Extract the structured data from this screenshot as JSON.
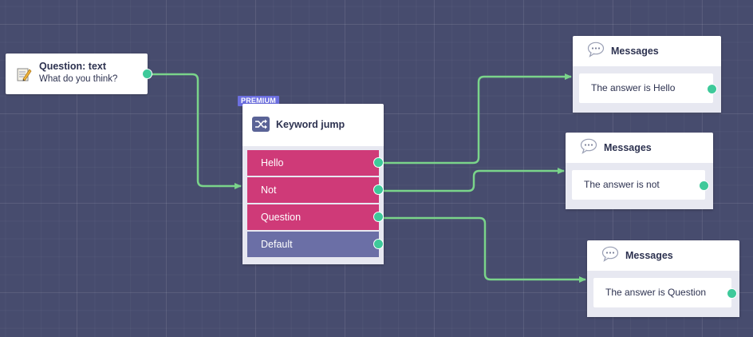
{
  "colors": {
    "background": "#474c6e",
    "link": "#7ad48a",
    "connector": "#3ec99a",
    "keyword_item": "#cf3a78",
    "default_item": "#6b6fa6",
    "premium_badge": "#6c6fe0"
  },
  "question_node": {
    "icon": "memo-pencil-icon",
    "title": "Question: text",
    "subtitle": "What do you think?"
  },
  "keyword_node": {
    "badge": "PREMIUM",
    "icon": "shuffle-icon",
    "title": "Keyword jump",
    "items": [
      {
        "label": "Hello",
        "type": "keyword"
      },
      {
        "label": "Not",
        "type": "keyword"
      },
      {
        "label": "Question",
        "type": "keyword"
      },
      {
        "label": "Default",
        "type": "default"
      }
    ]
  },
  "message_nodes": [
    {
      "icon": "speech-bubble-icon",
      "title": "Messages",
      "text": "The answer is Hello"
    },
    {
      "icon": "speech-bubble-icon",
      "title": "Messages",
      "text": "The answer is not"
    },
    {
      "icon": "speech-bubble-icon",
      "title": "Messages",
      "text": "The answer is Question"
    }
  ]
}
